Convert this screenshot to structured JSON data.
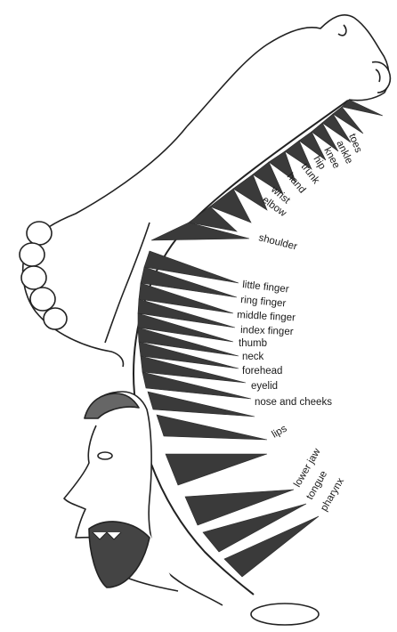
{
  "diagram": {
    "labels": {
      "toes": "toes",
      "ankle": "ankle",
      "knee": "knee",
      "hip": "hip",
      "trunk": "trunk",
      "hand": "hand",
      "wrist": "wrist",
      "elbow": "elbow",
      "shoulder": "shoulder",
      "little_finger": "little finger",
      "ring_finger": "ring finger",
      "middle_finger": "middle finger",
      "index_finger": "index finger",
      "thumb": "thumb",
      "neck": "neck",
      "forehead": "forehead",
      "eyelid": "eyelid",
      "nose_and_cheeks": "nose and cheeks",
      "lips": "lips",
      "lower_jaw": "lower jaw",
      "tongue": "tongue",
      "pharynx": "pharynx"
    }
  }
}
